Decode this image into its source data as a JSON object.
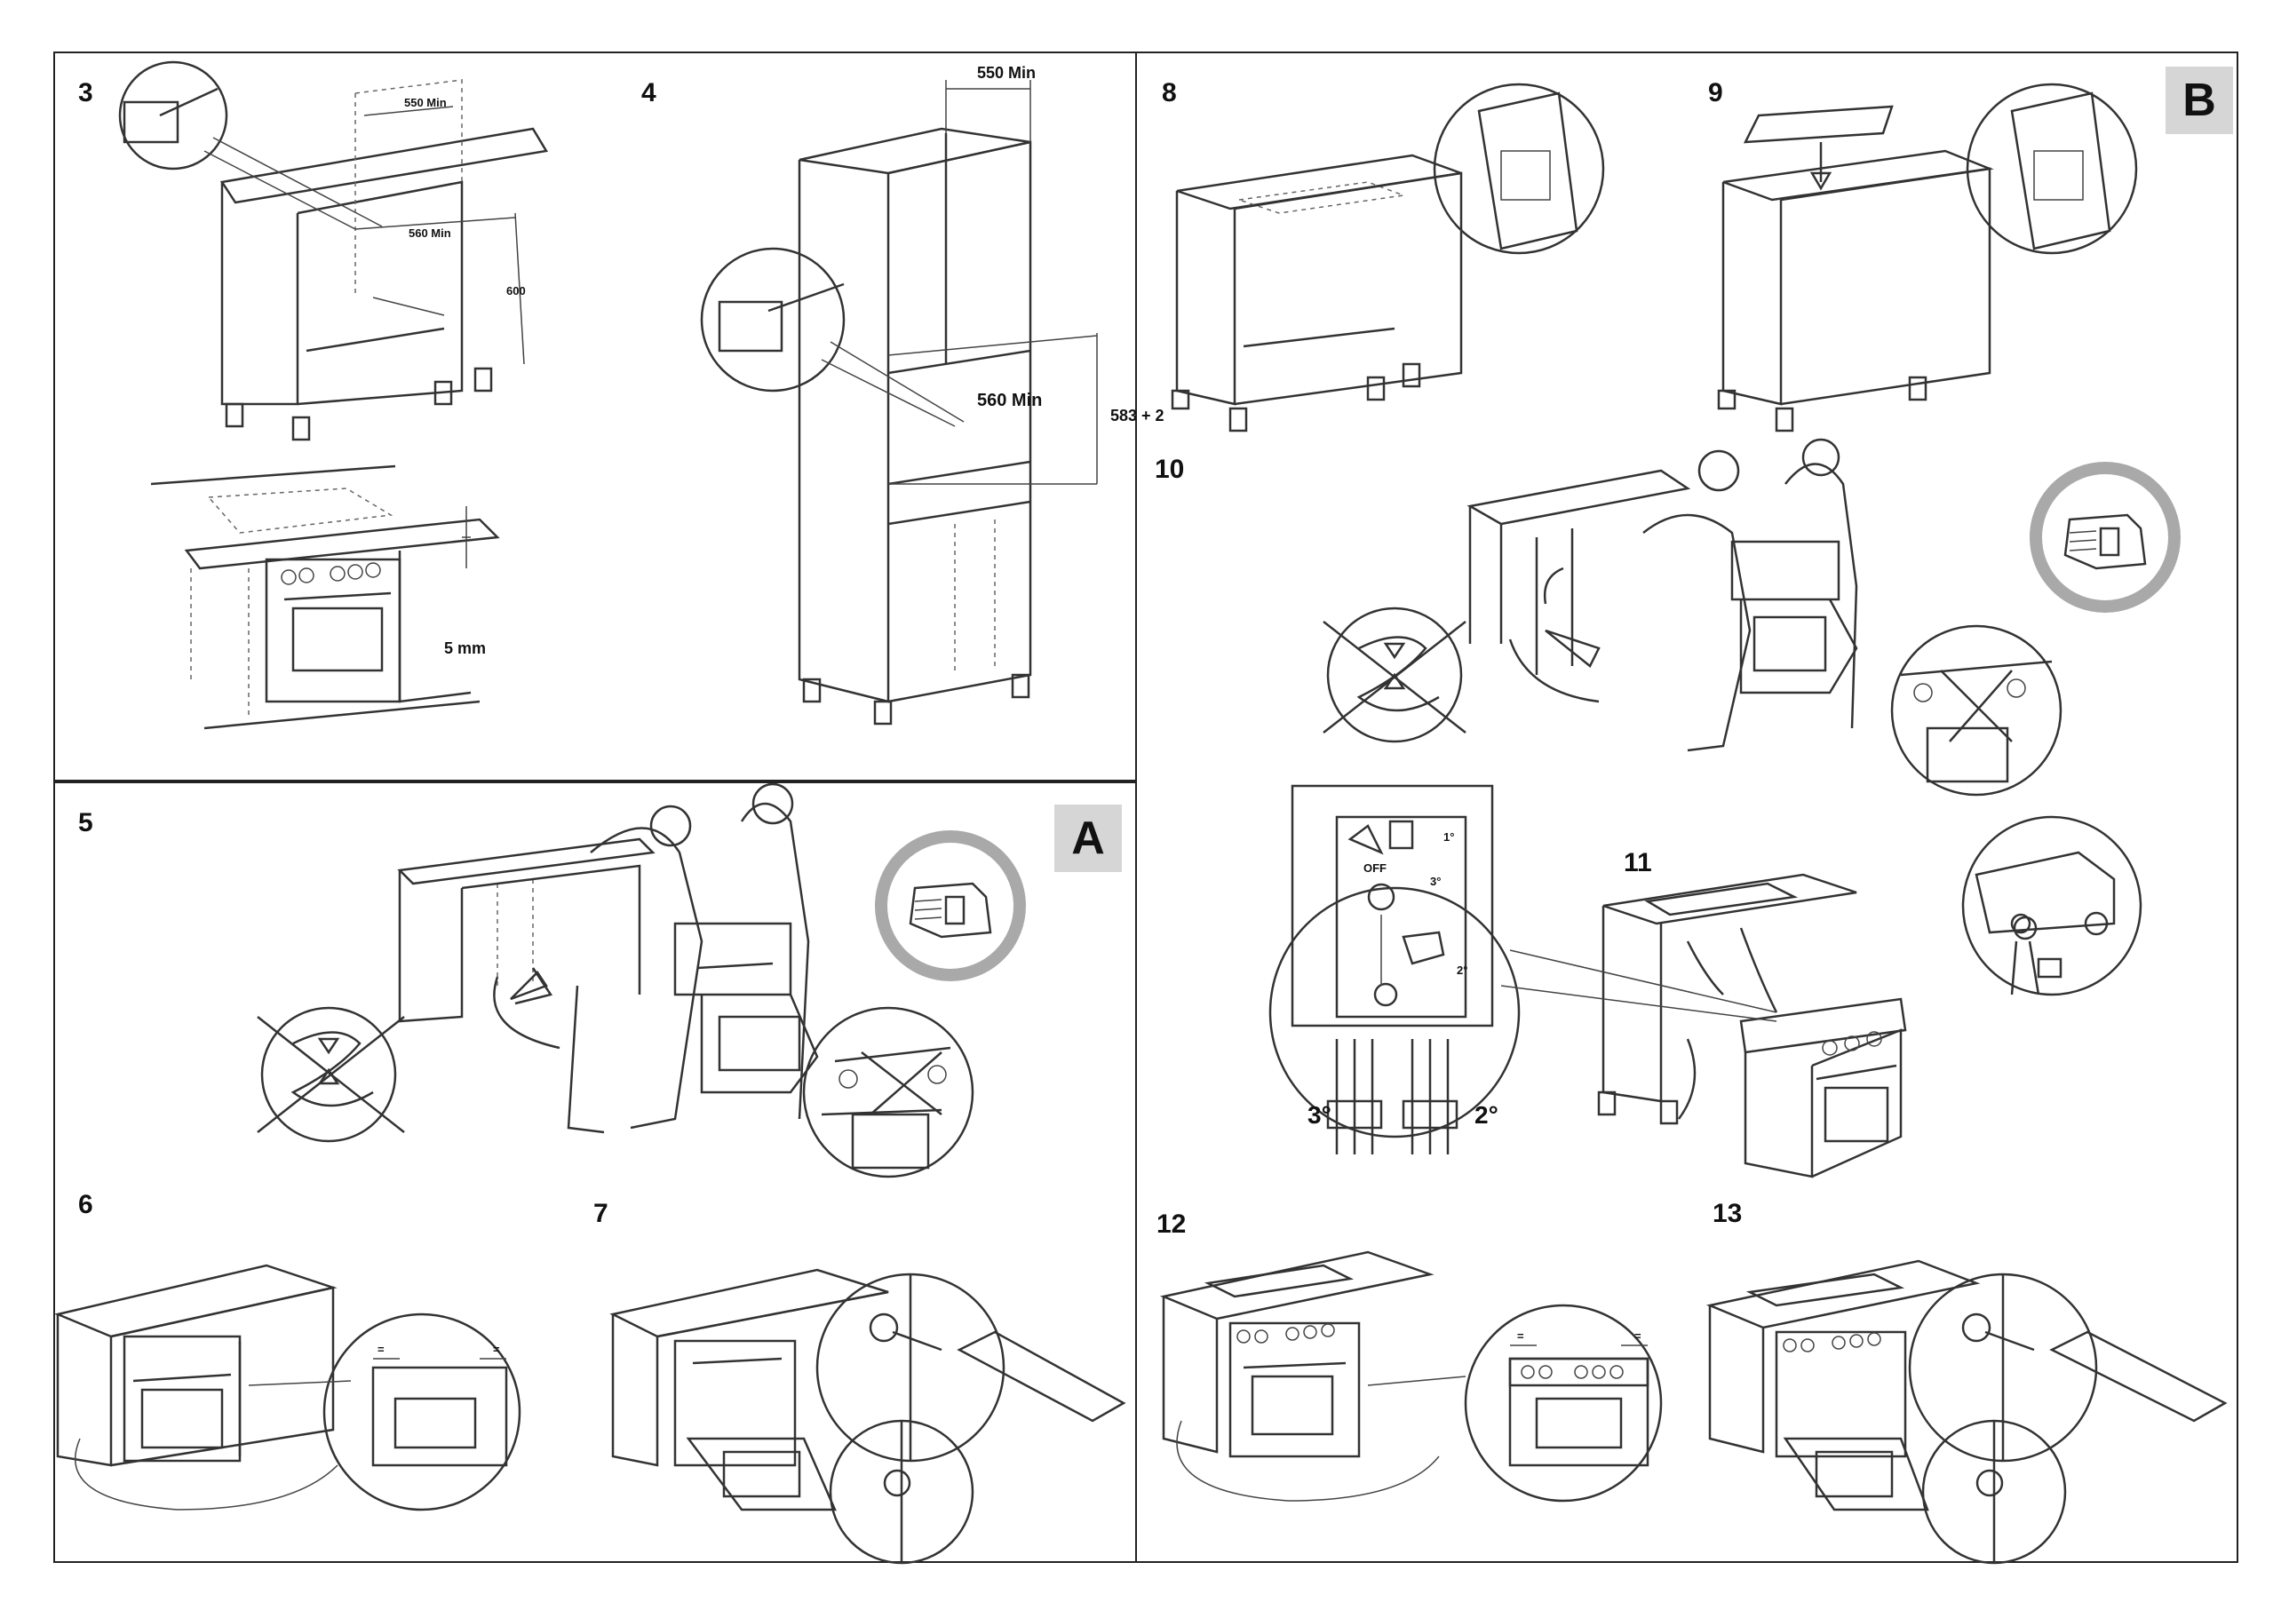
{
  "sections": {
    "tag_a": "A",
    "tag_b": "B"
  },
  "steps": {
    "s3": "3",
    "s4": "4",
    "s5": "5",
    "s6": "6",
    "s7": "7",
    "s8": "8",
    "s9": "9",
    "s10": "10",
    "s11": "11",
    "s12": "12",
    "s13": "13"
  },
  "dimensions": {
    "d3_top": "550 Min",
    "d3_mid": "560 Min",
    "d3_height": "600",
    "d3_gap": "5 mm",
    "d4_top": "550 Min",
    "d4_mid": "560 Min",
    "d4_height": "583 + 2"
  },
  "wiring": {
    "off": "OFF",
    "step1": "1°",
    "step2": "2°",
    "step3": "3°",
    "left_label": "3°",
    "right_label": "2°"
  },
  "marks": {
    "equal": "="
  }
}
